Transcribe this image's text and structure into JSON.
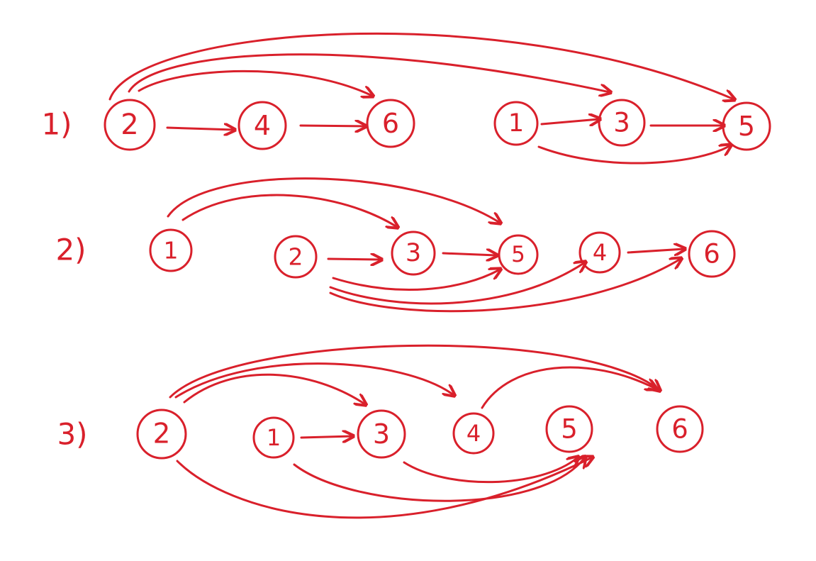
{
  "ink_color": "#d9202b",
  "diagrams": [
    {
      "label": "1)",
      "nodes": [
        "2",
        "4",
        "6",
        "1",
        "3",
        "5"
      ],
      "edges": [
        [
          "2",
          "4"
        ],
        [
          "4",
          "6"
        ],
        [
          "2",
          "6"
        ],
        [
          "2",
          "3"
        ],
        [
          "2",
          "5"
        ],
        [
          "1",
          "3"
        ],
        [
          "3",
          "5"
        ],
        [
          "1",
          "5"
        ]
      ]
    },
    {
      "label": "2)",
      "nodes": [
        "1",
        "2",
        "3",
        "5",
        "4",
        "6"
      ],
      "edges": [
        [
          "1",
          "3"
        ],
        [
          "1",
          "5"
        ],
        [
          "2",
          "3"
        ],
        [
          "3",
          "5"
        ],
        [
          "2",
          "5"
        ],
        [
          "2",
          "4"
        ],
        [
          "4",
          "6"
        ],
        [
          "2",
          "6"
        ]
      ]
    },
    {
      "label": "3)",
      "nodes": [
        "2",
        "1",
        "3",
        "4",
        "5",
        "6"
      ],
      "edges": [
        [
          "2",
          "3"
        ],
        [
          "2",
          "4"
        ],
        [
          "2",
          "6"
        ],
        [
          "4",
          "6"
        ],
        [
          "1",
          "3"
        ],
        [
          "3",
          "5"
        ],
        [
          "1",
          "5"
        ],
        [
          "2",
          "5"
        ]
      ]
    }
  ]
}
